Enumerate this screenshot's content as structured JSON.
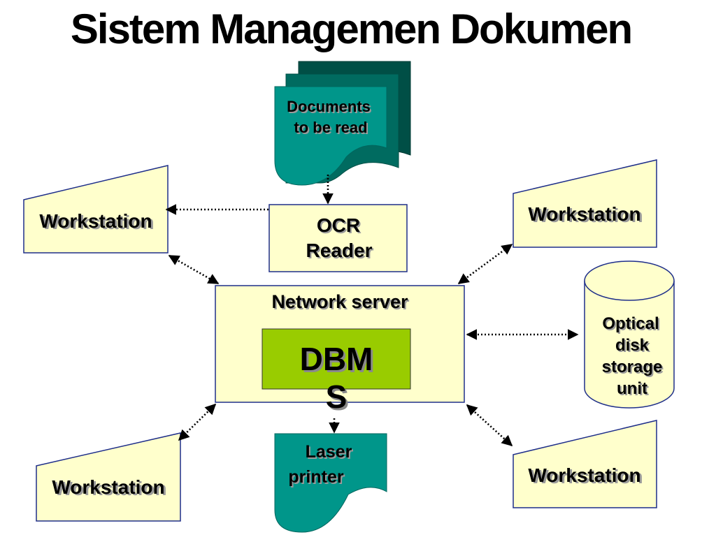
{
  "title": "Sistem Managemen Dokumen",
  "nodes": {
    "documents": {
      "line1": "Documents",
      "line2": "to be read"
    },
    "ocr_reader": {
      "line1": "OCR",
      "line2": "Reader"
    },
    "network_server": {
      "label": "Network server"
    },
    "dbms": {
      "line1": "DBM",
      "line2": "S"
    },
    "optical_disk": {
      "line1": "Optical",
      "line2": "disk",
      "line3": "storage",
      "line4": "unit"
    },
    "laser_printer": {
      "line1": "Laser",
      "line2": "printer"
    },
    "workstation_top_left": {
      "label": "Workstation"
    },
    "workstation_top_right": {
      "label": "Workstation"
    },
    "workstation_bottom_left": {
      "label": "Workstation"
    },
    "workstation_bottom_right": {
      "label": "Workstation"
    }
  },
  "colors": {
    "teal": "#00968A",
    "teal_dark": "#006B60",
    "teal_darker": "#004F46",
    "pale_yellow": "#FFFFCC",
    "dbms_green": "#99CC00",
    "outline_blue": "#1F2F8A"
  }
}
